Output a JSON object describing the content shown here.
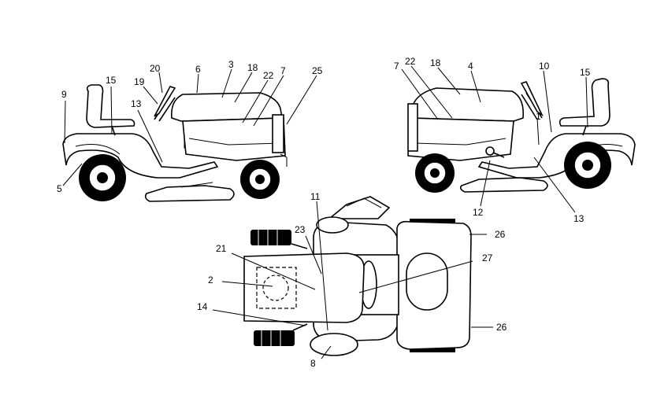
{
  "header_text": "",
  "left_view": {
    "callouts": [
      "9",
      "15",
      "20",
      "19",
      "13",
      "6",
      "3",
      "18",
      "22",
      "7",
      "25",
      "5"
    ]
  },
  "right_view": {
    "callouts": [
      "7",
      "22",
      "18",
      "4",
      "10",
      "15",
      "1",
      "12",
      "13"
    ]
  },
  "top_view": {
    "callouts": [
      "11",
      "23",
      "21",
      "2",
      "14",
      "8",
      "26",
      "27",
      "26"
    ]
  }
}
